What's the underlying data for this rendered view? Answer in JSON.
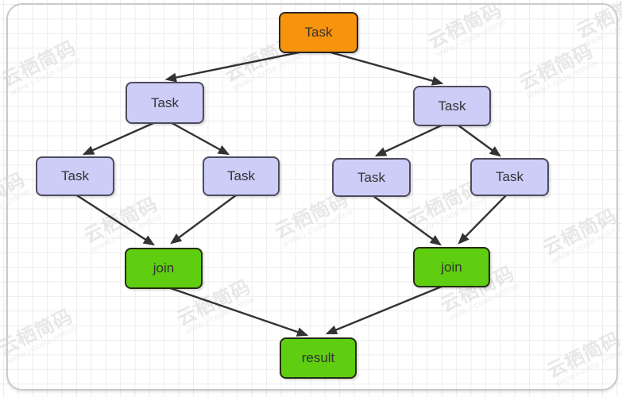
{
  "watermark": {
    "title": "云栖简码",
    "url": "www.i-code.online"
  },
  "colors": {
    "task-root-fill": "#F8930D",
    "task-fill": "#CDCDF8",
    "join-fill": "#5FCE10",
    "lavender-stroke": "#4c4c5c",
    "edge-color": "#333333"
  },
  "diagram": {
    "type": "fork-join-task-tree",
    "nodes": [
      {
        "id": "root",
        "label": "Task"
      },
      {
        "id": "task-left",
        "label": "Task"
      },
      {
        "id": "task-right",
        "label": "Task"
      },
      {
        "id": "task-leaf-1",
        "label": "Task"
      },
      {
        "id": "task-leaf-2",
        "label": "Task"
      },
      {
        "id": "task-leaf-3",
        "label": "Task"
      },
      {
        "id": "task-leaf-4",
        "label": "Task"
      },
      {
        "id": "join-left",
        "label": "join"
      },
      {
        "id": "join-right",
        "label": "join"
      },
      {
        "id": "result",
        "label": "result"
      }
    ],
    "edges": [
      {
        "from": "root",
        "to": "task-left"
      },
      {
        "from": "root",
        "to": "task-right"
      },
      {
        "from": "task-left",
        "to": "task-leaf-1"
      },
      {
        "from": "task-left",
        "to": "task-leaf-2"
      },
      {
        "from": "task-right",
        "to": "task-leaf-3"
      },
      {
        "from": "task-right",
        "to": "task-leaf-4"
      },
      {
        "from": "task-leaf-1",
        "to": "join-left"
      },
      {
        "from": "task-leaf-2",
        "to": "join-left"
      },
      {
        "from": "task-leaf-3",
        "to": "join-right"
      },
      {
        "from": "task-leaf-4",
        "to": "join-right"
      },
      {
        "from": "join-left",
        "to": "result"
      },
      {
        "from": "join-right",
        "to": "result"
      }
    ]
  }
}
